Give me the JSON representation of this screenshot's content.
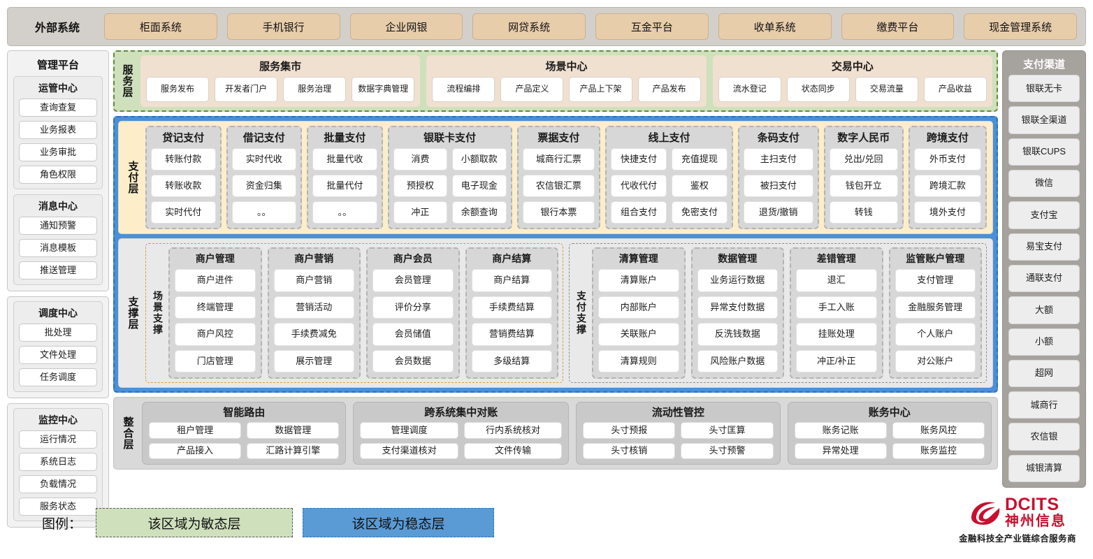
{
  "external": {
    "title": "外部系统",
    "systems": [
      "柜面系统",
      "手机银行",
      "企业网银",
      "网贷系统",
      "互金平台",
      "收单系统",
      "缴费平台",
      "现金管理系统"
    ]
  },
  "management": {
    "title": "管理平台",
    "groups": [
      {
        "title": "运管中心",
        "items": [
          "查询查复",
          "业务报表",
          "业务审批",
          "角色权限"
        ]
      },
      {
        "title": "消息中心",
        "items": [
          "通知预警",
          "消息模板",
          "推送管理"
        ]
      },
      {
        "title": "调度中心",
        "items": [
          "批处理",
          "文件处理",
          "任务调度"
        ]
      },
      {
        "title": "监控中心",
        "items": [
          "运行情况",
          "系统日志",
          "负载情况",
          "服务状态"
        ]
      }
    ]
  },
  "channels": {
    "title": "支付渠道",
    "items": [
      "银联无卡",
      "银联全渠道",
      "银联CUPS",
      "微信",
      "支付宝",
      "易宝支付",
      "通联支付",
      "大额",
      "小额",
      "超网",
      "城商行",
      "农信银",
      "城银清算"
    ]
  },
  "service_layer": {
    "label": "服务层",
    "boxes": [
      {
        "title": "服务集市",
        "items": [
          "服务发布",
          "开发者门户",
          "服务治理",
          "数据字典管理"
        ]
      },
      {
        "title": "场景中心",
        "items": [
          "流程编排",
          "产品定义",
          "产品上下架",
          "产品发布"
        ]
      },
      {
        "title": "交易中心",
        "items": [
          "流水登记",
          "状态同步",
          "交易流量",
          "产品收益"
        ]
      }
    ]
  },
  "payment_layer": {
    "label": "支付层",
    "categories": [
      {
        "title": "贷记支付",
        "cols": 1,
        "rows": [
          [
            "转账付款"
          ],
          [
            "转账收款"
          ],
          [
            "实时代付"
          ]
        ]
      },
      {
        "title": "借记支付",
        "cols": 1,
        "rows": [
          [
            "实时代收"
          ],
          [
            "资金归集"
          ],
          [
            "。。"
          ]
        ]
      },
      {
        "title": "批量支付",
        "cols": 1,
        "rows": [
          [
            "批量代收"
          ],
          [
            "批量代付"
          ],
          [
            "。。"
          ]
        ]
      },
      {
        "title": "银联卡支付",
        "cols": 2,
        "rows": [
          [
            "消费",
            "小额取款"
          ],
          [
            "预授权",
            "电子现金"
          ],
          [
            "冲正",
            "余额查询"
          ]
        ]
      },
      {
        "title": "票据支付",
        "cols": 1,
        "rows": [
          [
            "城商行汇票"
          ],
          [
            "农信银汇票"
          ],
          [
            "银行本票"
          ]
        ]
      },
      {
        "title": "线上支付",
        "cols": 2,
        "rows": [
          [
            "快捷支付",
            "充值提现"
          ],
          [
            "代收代付",
            "鉴权"
          ],
          [
            "组合支付",
            "免密支付"
          ]
        ]
      },
      {
        "title": "条码支付",
        "cols": 1,
        "rows": [
          [
            "主扫支付"
          ],
          [
            "被扫支付"
          ],
          [
            "退货/撤销"
          ]
        ]
      },
      {
        "title": "数字人民币",
        "cols": 1,
        "rows": [
          [
            "兑出/兑回"
          ],
          [
            "钱包开立"
          ],
          [
            "转钱"
          ]
        ]
      },
      {
        "title": "跨境支付",
        "cols": 1,
        "rows": [
          [
            "外币支付"
          ],
          [
            "跨境汇款"
          ],
          [
            "境外支付"
          ]
        ]
      }
    ]
  },
  "support_layer": {
    "label": "支撑层",
    "groups": [
      {
        "label": "场景支撑",
        "categories": [
          {
            "title": "商户管理",
            "items": [
              "商户进件",
              "终端管理",
              "商户风控",
              "门店管理"
            ]
          },
          {
            "title": "商户营销",
            "items": [
              "商户营销",
              "营销活动",
              "手续费减免",
              "展示管理"
            ]
          },
          {
            "title": "商户会员",
            "items": [
              "会员管理",
              "评价分享",
              "会员储值",
              "会员数据"
            ]
          },
          {
            "title": "商户结算",
            "items": [
              "商户结算",
              "手续费结算",
              "营销费结算",
              "多级结算"
            ]
          }
        ]
      },
      {
        "label": "支付支撑",
        "categories": [
          {
            "title": "清算管理",
            "items": [
              "清算账户",
              "内部账户",
              "关联账户",
              "清算规则"
            ]
          },
          {
            "title": "数据管理",
            "items": [
              "业务运行数据",
              "异常支付数据",
              "反洗钱数据",
              "风险账户数据"
            ]
          },
          {
            "title": "差错管理",
            "items": [
              "退汇",
              "手工入账",
              "挂账处理",
              "冲正/补正"
            ]
          },
          {
            "title": "监管账户管理",
            "items": [
              "支付管理",
              "金融服务管理",
              "个人账户",
              "对公账户"
            ]
          }
        ]
      }
    ]
  },
  "integration_layer": {
    "label": "整合层",
    "boxes": [
      {
        "title": "智能路由",
        "rows": [
          [
            "租户管理",
            "数据管理"
          ],
          [
            "产品接入",
            "汇路计算引擎"
          ]
        ]
      },
      {
        "title": "跨系统集中对账",
        "rows": [
          [
            "管理调度",
            "行内系统核对"
          ],
          [
            "支付渠道核对",
            "文件传输"
          ]
        ]
      },
      {
        "title": "流动性管控",
        "rows": [
          [
            "头寸预报",
            "头寸匡算"
          ],
          [
            "头寸核销",
            "头寸预警"
          ]
        ]
      },
      {
        "title": "账务中心",
        "rows": [
          [
            "账务记账",
            "账务风控"
          ],
          [
            "异常处理",
            "账务监控"
          ]
        ]
      }
    ]
  },
  "legend": {
    "label": "图例：",
    "agile": "该区域为敏态层",
    "stable": "该区域为稳态层",
    "agile_color": "#cfe0bd",
    "stable_color": "#5b9bd5"
  },
  "logo": {
    "brand": "DCITS",
    "brand_cn": "神州信息",
    "tagline": "金融科技全产业链综合服务商",
    "color": "#c8102e"
  }
}
